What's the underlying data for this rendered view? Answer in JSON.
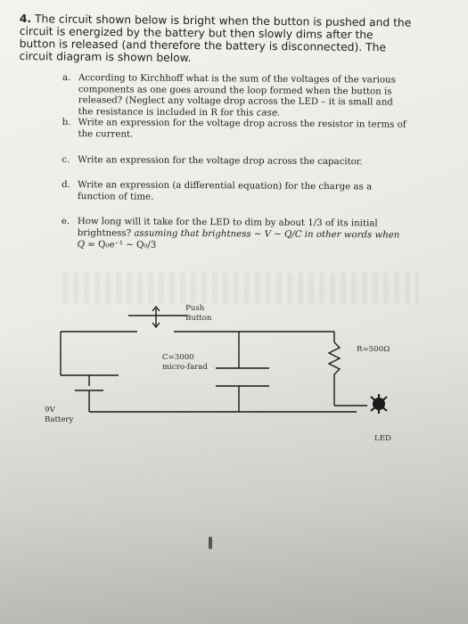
{
  "question": {
    "number": "4.",
    "text": "The circuit shown below is bright when the button is pushed and the circuit is energized by the battery but then slowly dims after the button is released (and therefore the battery is disconnected). The circuit diagram is shown below."
  },
  "parts": [
    {
      "letter": "a.",
      "text": "According to Kirchhoff what is the sum of the voltages of the various components as one goes around the loop formed when the button is released? (Neglect any voltage drop across the LED – it is small and the resistance is included in R for this",
      "handwriting": "case."
    },
    {
      "letter": "b.",
      "text": "Write an expression for the voltage drop across the resistor in terms of the current."
    },
    {
      "letter": "c.",
      "text": "Write an expression for the voltage drop across the capacitor."
    },
    {
      "letter": "d.",
      "text": "Write an expression (a differential equation) for the charge as a function of time."
    },
    {
      "letter": "e.",
      "text": "How long will it take for the LED to dim by about 1/3 of its initial brightness?",
      "italic": "assuming that brightness ~ V ~ Q/C in other words when Q =",
      "formula": "Q₀e⁻¹ ~ Q₀/3"
    }
  ],
  "diagram": {
    "push_button": {
      "line1": "Push",
      "line2": "Button"
    },
    "capacitor": {
      "line1": "C=3000",
      "line2": "micro-farad"
    },
    "resistor": "R=500Ω",
    "battery": {
      "line1": "9V",
      "line2": "Battery"
    },
    "led": "LED"
  }
}
